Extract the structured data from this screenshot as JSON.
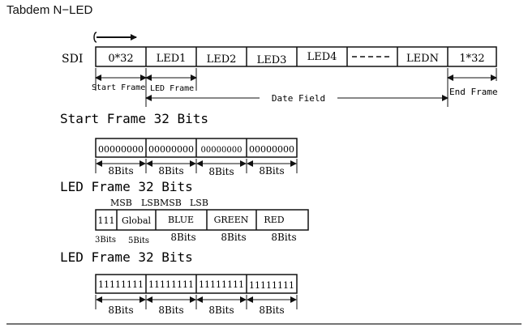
{
  "title": "Tabdem N−LED",
  "sdi": {
    "label": "SDI",
    "cells": [
      "0*32",
      "LED1",
      "LED2",
      "LED3",
      "LED4",
      "LEDN",
      "1*32"
    ],
    "start_frame": "Start Frame",
    "led_frame": "LED Frame",
    "date_field": "Date Field",
    "end_frame": "End Frame"
  },
  "start_section": {
    "heading": "Start Frame 32 Bits",
    "cells": [
      "00000000",
      "00000000",
      "00000000",
      "00000000"
    ],
    "bits": [
      "8Bits",
      "8Bits",
      "8Bits",
      "8Bits"
    ]
  },
  "led_section": {
    "heading": "LED Frame 32 Bits",
    "msb1": "MSB",
    "lsb1": "LSB",
    "msb2": "MSB",
    "lsb2": "LSB",
    "cells": [
      "111",
      "Global",
      "BLUE",
      "GREEN",
      "RED"
    ],
    "bits": [
      "3Bits",
      "5Bits",
      "8Bits",
      "8Bits",
      "8Bits"
    ]
  },
  "end_section": {
    "heading": "LED Frame 32 Bits",
    "cells": [
      "11111111",
      "11111111",
      "11111111",
      "11111111"
    ],
    "bits": [
      "8Bits",
      "8Bits",
      "8Bits",
      "8Bits"
    ]
  }
}
